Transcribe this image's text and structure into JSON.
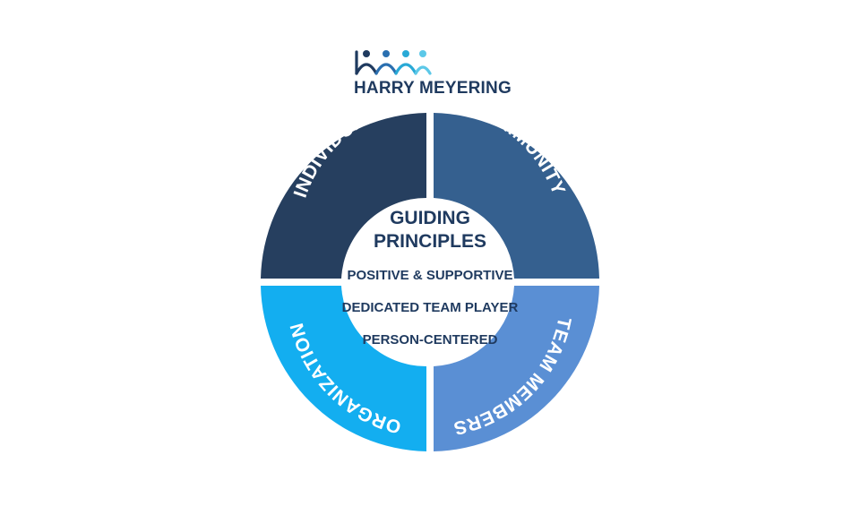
{
  "logo": {
    "name": "HARRY MEYERING",
    "icon": "three-people-arches-icon"
  },
  "diagram": {
    "center": {
      "title_line1": "GUIDING",
      "title_line2": "PRINCIPLES",
      "items": [
        "POSITIVE & SUPPORTIVE",
        "DEDICATED TEAM PLAYER",
        "PERSON-CENTERED"
      ]
    },
    "segments": [
      {
        "label": "INDIVIDUALS",
        "color": "#263f5f"
      },
      {
        "label": "COMMUNITY",
        "color": "#35608f"
      },
      {
        "label": "TEAM MEMBERS",
        "color": "#5a8fd4"
      },
      {
        "label": "ORGANIZATION",
        "color": "#13aef0"
      }
    ],
    "text_color": "#1f3a5f"
  }
}
